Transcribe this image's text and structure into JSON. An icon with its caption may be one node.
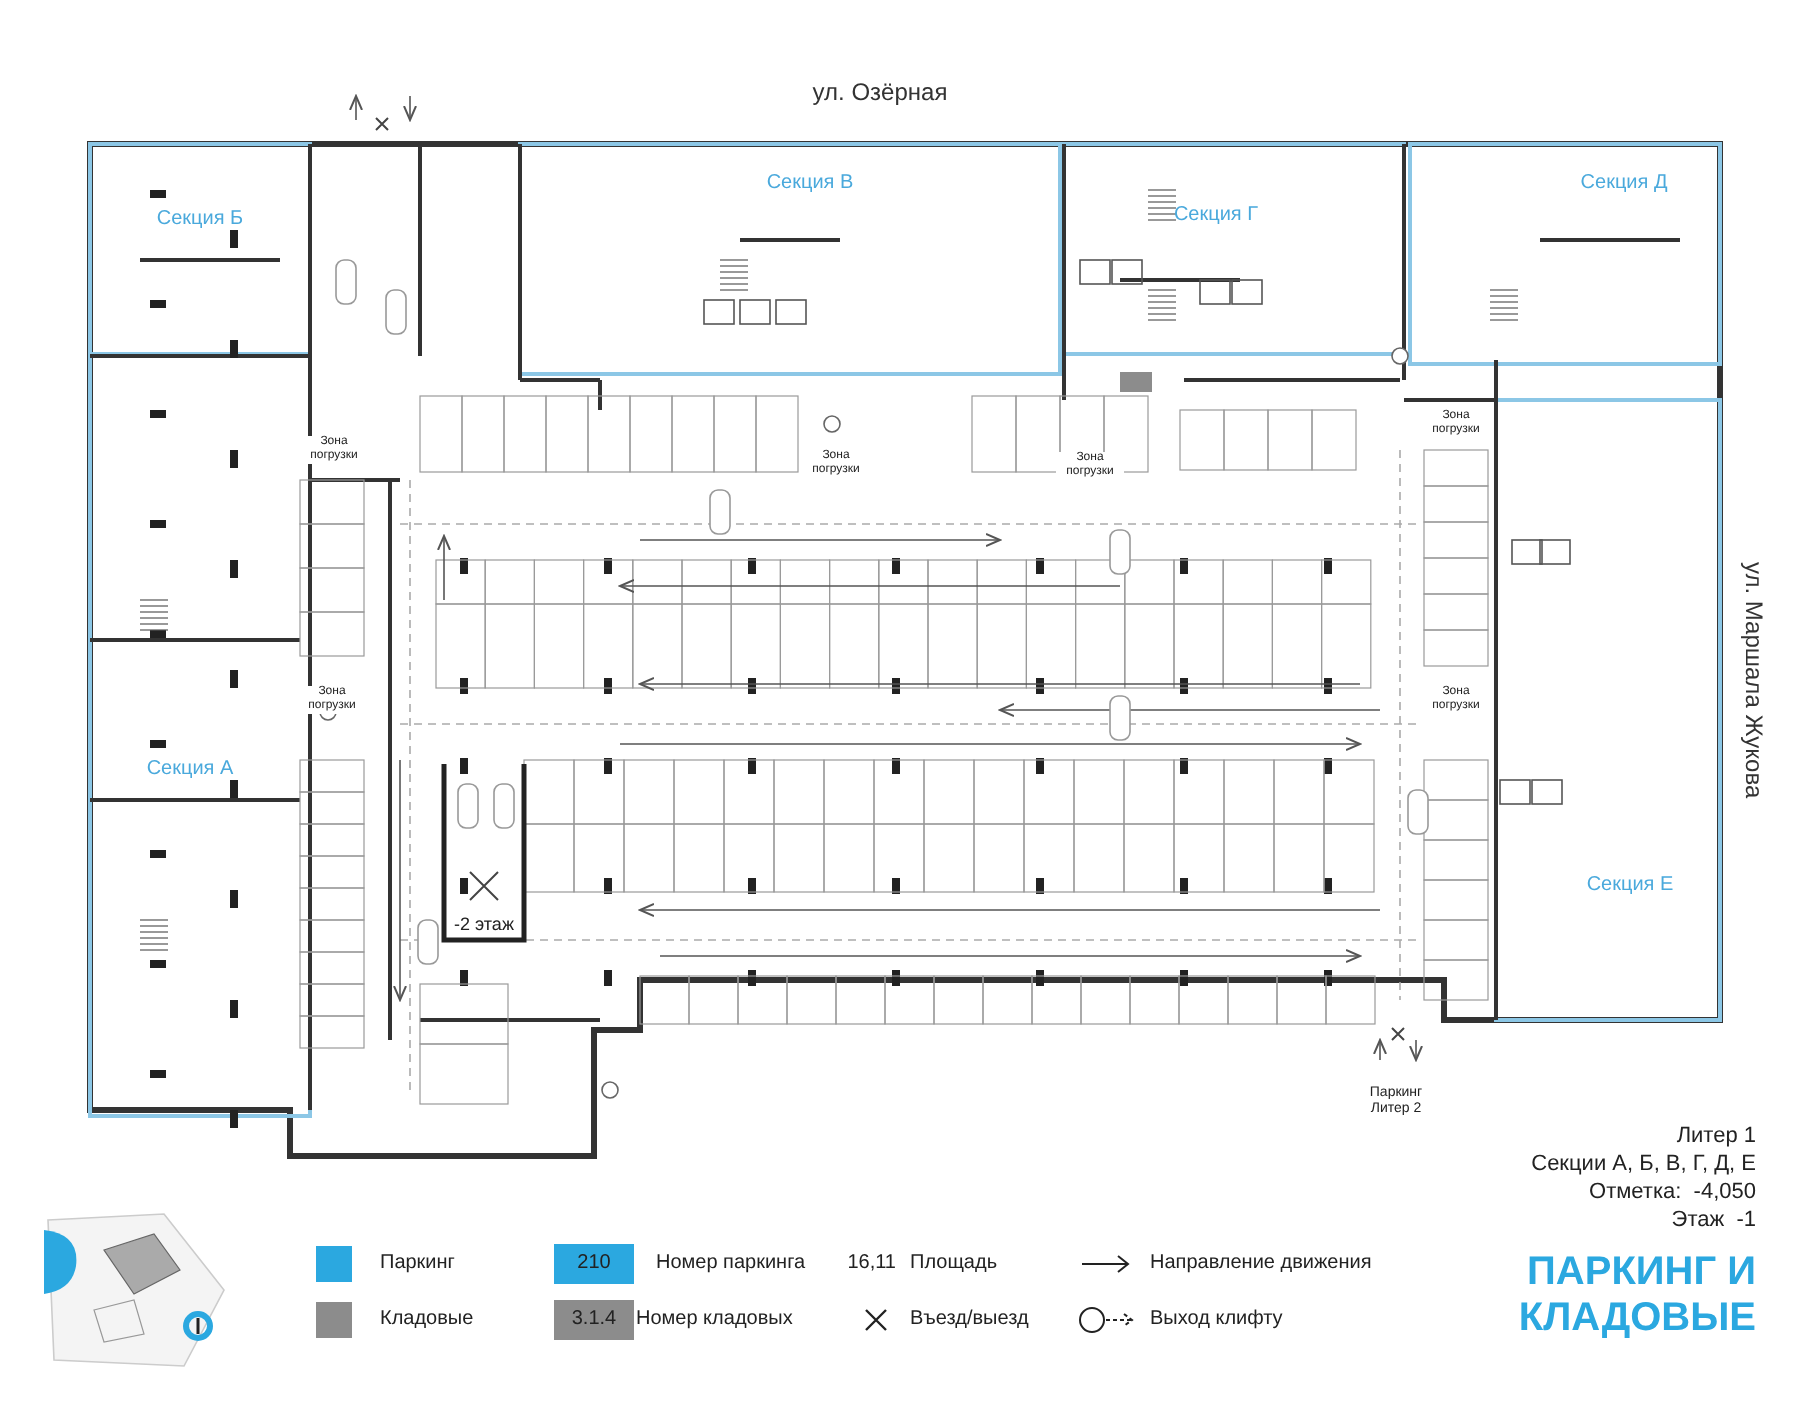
{
  "diagram": {
    "title": "ПАРКИНГ И КЛАДОВЫЕ",
    "labels": [
      "ул. Озёрная",
      "Секция Б",
      "Секция В",
      "Секция Г",
      "Секция Д",
      "Зона погрузки",
      "Зона погрузки",
      "Зона погрузки",
      "Зона погрузки",
      "ул. Маршала Жукова",
      "Зона погрузки",
      "Зона погрузки",
      "Секция А",
      "-2 этаж",
      "Секция Е",
      "Паркинг Литер 2",
      "Литер 1",
      "Секции А, Б, В, Г, Д, Е",
      "Отметка:  -4,050",
      "Этаж  -1",
      "210",
      "16,11",
      "3.1.4"
    ],
    "legend": [
      {
        "text": "Паркинг",
        "color": "#2ba8e0"
      },
      {
        "text": "Номер паркинга",
        "color": "#2ba8e0"
      },
      {
        "text": "Площадь"
      },
      {
        "text": "Направление движения"
      },
      {
        "text": "Кладовые",
        "color": "#8c8c8c"
      },
      {
        "text": "Номер кладовых",
        "color": "#8c8c8c"
      },
      {
        "text": "Въезд/выезд"
      },
      {
        "text": "Выход клифту"
      }
    ]
  }
}
